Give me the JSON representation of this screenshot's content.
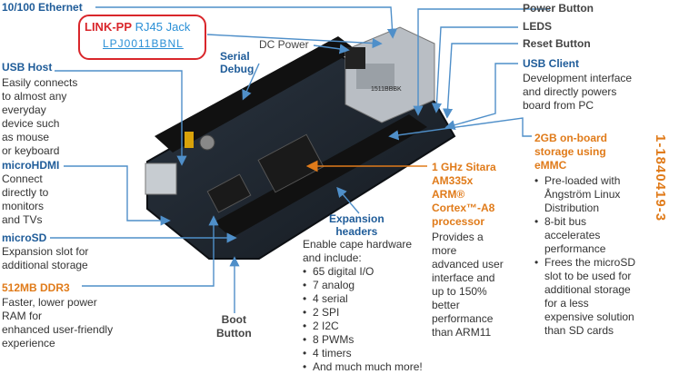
{
  "labels": {
    "ethernet": "10/100 Ethernet",
    "link_pp_brand": "LINK-PP",
    "link_pp_rest": "RJ45 Jack",
    "link_pp_part": "LPJ0011BBNL",
    "dc_power": "DC Power",
    "serial_debug_1": "Serial",
    "serial_debug_2": "Debug",
    "power_button": "Power Button",
    "leds": "LEDS",
    "reset_button": "Reset Button",
    "usb_client": "USB Client",
    "usb_client_desc": [
      "Development interface",
      "and directly powers",
      "board from PC"
    ],
    "usb_host": "USB Host",
    "usb_host_desc": [
      "Easily connects",
      "to almost any",
      "everyday",
      "device such",
      "as mouse",
      "or keyboard"
    ],
    "microhdmi": "microHDMI",
    "microhdmi_desc": [
      "Connect",
      "directly to",
      "monitors",
      "and TVs"
    ],
    "microsd": "microSD",
    "microsd_desc": [
      "Expansion slot for",
      "additional storage"
    ],
    "ddr3": "512MB DDR3",
    "ddr3_desc": [
      "Faster, lower power",
      "RAM for",
      "enhanced user-friendly",
      "experience"
    ],
    "boot_1": "Boot",
    "boot_2": "Button",
    "expansion_1": "Expansion",
    "expansion_2": "headers",
    "expansion_desc": [
      "Enable cape hardware",
      "and include:"
    ],
    "expansion_list": [
      "65 digital I/O",
      "7 analog",
      "4 serial",
      "2 SPI",
      "2 I2C",
      "8 PWMs",
      "4 timers",
      "And much much more!"
    ],
    "sitara": [
      "1 GHz Sitara",
      "AM335x",
      "ARM®",
      "Cortex™-A8",
      "processor"
    ],
    "sitara_desc": [
      "Provides a",
      "more",
      "advanced user",
      "interface and",
      "up to 150%",
      "better",
      "performance",
      "than ARM11"
    ],
    "emmc": [
      "2GB on-board",
      "storage using",
      "eMMC"
    ],
    "emmc_list": [
      [
        "Pre-loaded with",
        "Ångström Linux",
        "Distribution"
      ],
      [
        "8-bit bus",
        "accelerates",
        "performance"
      ],
      [
        "Frees the microSD",
        "slot to be used for",
        "additional storage",
        "for a less",
        "expensive solution",
        "than SD cards"
      ]
    ],
    "vertical_code": "1-1840419-3",
    "board_silkscreen": "1511BBBK"
  },
  "colors": {
    "blue_heading": "#1f5c99",
    "orange_heading": "#e07b1a",
    "callout_border": "#d9262b",
    "link_blue": "#2a8fd6",
    "arrow": "#4f8fc9"
  }
}
